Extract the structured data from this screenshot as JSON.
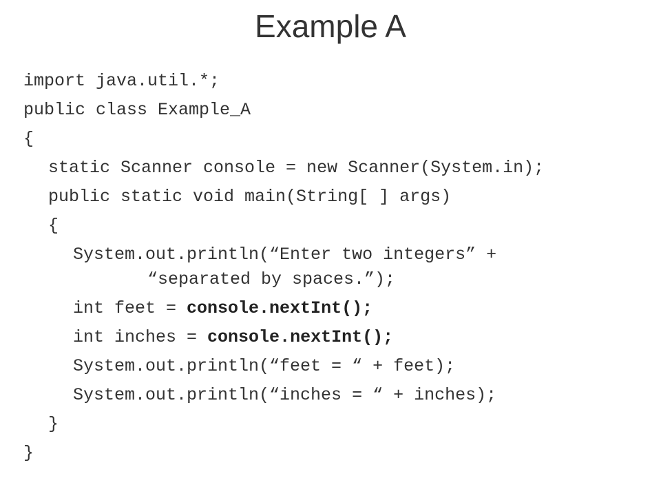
{
  "slide": {
    "title": "Example A",
    "code": {
      "line1": "import java.util.*;",
      "line2": "public class Example_A",
      "line3": "{",
      "line4": "static Scanner console = new Scanner(System.in);",
      "line5": "public static void main(String[ ] args)",
      "line6": "{",
      "line7": "System.out.println(“Enter two integers” +",
      "line8": "“separated by spaces.”);",
      "line9_prefix": "int feet = ",
      "line9_bold": "console.nextInt();",
      "line10_prefix": "int inches = ",
      "line10_bold": "console.nextInt();",
      "line11": "System.out.println(“feet = “ + feet);",
      "line12": "System.out.println(“inches = “ + inches);",
      "line13": "}",
      "line14": "}"
    }
  }
}
